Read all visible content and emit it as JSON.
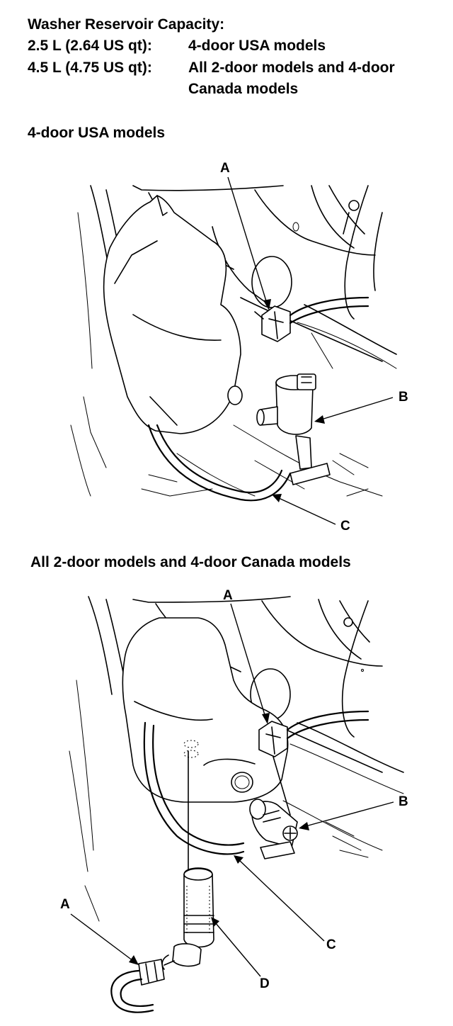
{
  "capacity": {
    "title": "Washer Reservoir Capacity:",
    "specs": [
      {
        "amount": "2.5 L (2.64 US qt):",
        "models": "4-door USA models"
      },
      {
        "amount": "4.5 L (4.75 US qt):",
        "models": "All 2-door models and 4-door",
        "models_cont": "Canada models"
      }
    ]
  },
  "figures": [
    {
      "heading": "4-door USA models",
      "callouts": [
        "A",
        "B",
        "C"
      ]
    },
    {
      "heading": "All 2-door models and 4-door Canada models",
      "callouts": [
        "A",
        "A",
        "B",
        "C",
        "D"
      ]
    }
  ]
}
